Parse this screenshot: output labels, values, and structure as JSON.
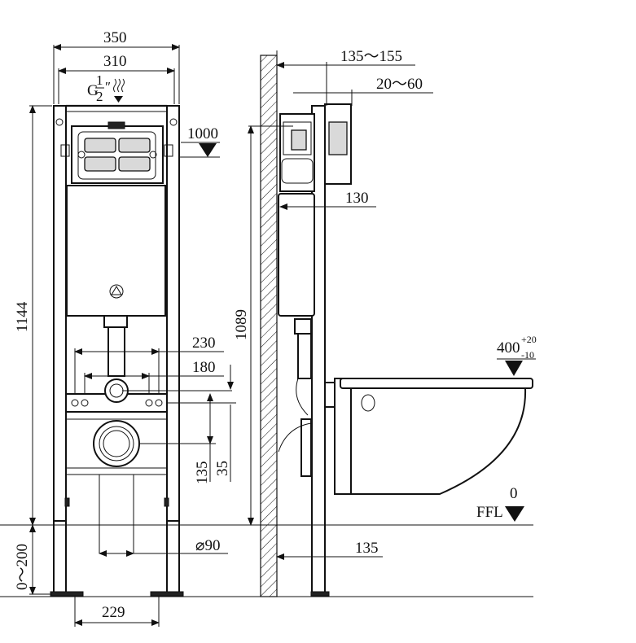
{
  "dimensions": {
    "frame_width_outer": "350",
    "frame_width_inner": "310",
    "height_total": "1144",
    "bracket_height": "1089",
    "button_height": "1000",
    "pipe_spacing_outer": "230",
    "pipe_spacing_inner": "180",
    "outlet_height": "135",
    "small_offset": "35",
    "outlet_diameter": "⌀90",
    "feet_spacing": "229",
    "leg_adjust": "0～200",
    "wall_depth": "135～155",
    "plate_depth": "20～60",
    "cistern_depth": "130",
    "floor_offset": "135",
    "seat_height": "400",
    "seat_tol_plus": "+20",
    "seat_tol_minus": "-10",
    "floor_level": "0",
    "floor_label": "FFL",
    "water_inlet_prefix": "G",
    "water_inlet_num": "1",
    "water_inlet_den": "2",
    "water_inlet_mark": "″"
  },
  "icons": {
    "water_inlet": "water-wave-icon",
    "level_marker": "triangle-down-icon",
    "logo": "brand-logo-icon"
  }
}
